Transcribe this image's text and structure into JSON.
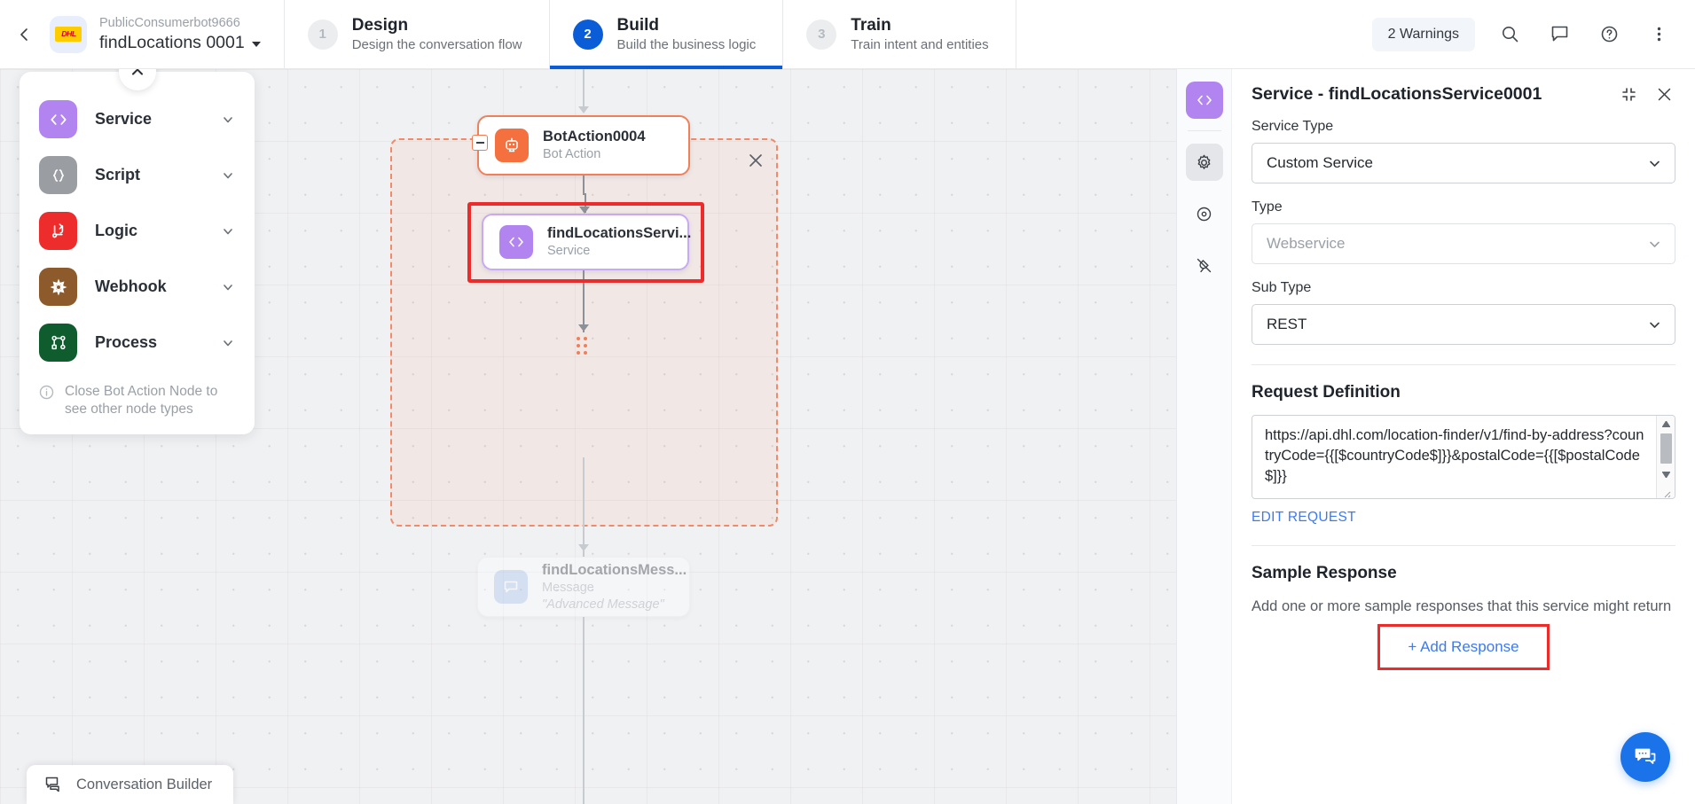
{
  "topbar": {
    "back_icon": "chevron-left-icon",
    "bot_workspace": "PublicConsumerbot9666",
    "bot_name": "findLocations 0001",
    "logo_text": "DHL",
    "steps": [
      {
        "num": "1",
        "title": "Design",
        "desc": "Design the conversation flow",
        "active": false
      },
      {
        "num": "2",
        "title": "Build",
        "desc": "Build the business logic",
        "active": true
      },
      {
        "num": "3",
        "title": "Train",
        "desc": "Train intent and entities",
        "active": false
      }
    ],
    "warnings_label": "2 Warnings",
    "icons": [
      "search-icon",
      "chat-icon",
      "help-icon",
      "more-vertical-icon"
    ]
  },
  "palette": {
    "collapse_icon": "chevron-up-icon",
    "items": [
      {
        "label": "Service",
        "icon": "code-icon",
        "color": "#b184f0"
      },
      {
        "label": "Script",
        "icon": "braces-icon",
        "color": "#9a9ea3"
      },
      {
        "label": "Logic",
        "icon": "branch-icon",
        "color": "#ed2c2c"
      },
      {
        "label": "Webhook",
        "icon": "webhook-icon",
        "color": "#8c5a2b"
      },
      {
        "label": "Process",
        "icon": "process-icon",
        "color": "#0f5c2e"
      }
    ],
    "note": "Close Bot Action Node to see other node types",
    "note_icon": "info-icon"
  },
  "canvas": {
    "nodes": [
      {
        "title": "BotAction0004",
        "subtitle": "Bot Action",
        "icon": "robot-icon",
        "color": "#f4713f",
        "quote": ""
      },
      {
        "title": "findLocationsServi...",
        "subtitle": "Service",
        "icon": "code-icon",
        "color": "#b184f0",
        "quote": ""
      },
      {
        "title": "findLocationsMess...",
        "subtitle": "Message",
        "icon": "message-icon",
        "color": "#a8c6ef",
        "quote": "\"Advanced Message\""
      }
    ],
    "group_close_icon": "close-icon",
    "collapse_handle_icon": "minus-icon",
    "drag_handle_icon": "drag-dots-icon",
    "highlight_color": "#ee2b2b"
  },
  "conversation_builder": {
    "label": "Conversation Builder",
    "icon": "chat-bubbles-icon"
  },
  "right_panel": {
    "title": "Service - findLocationsService0001",
    "collapse_icon": "collapse-icon",
    "close_icon": "close-icon",
    "rail": [
      {
        "icon": "code-icon",
        "name": "rail-code",
        "selected": false
      },
      {
        "icon": "gear-icon",
        "name": "rail-settings",
        "selected": true
      },
      {
        "icon": "target-icon",
        "name": "rail-target",
        "selected": false
      },
      {
        "icon": "plug-off-icon",
        "name": "rail-connection",
        "selected": false
      }
    ],
    "fields": [
      {
        "label": "Service Type",
        "value": "Custom Service",
        "disabled": false
      },
      {
        "label": "Type",
        "value": "Webservice",
        "disabled": true
      },
      {
        "label": "Sub Type",
        "value": "REST",
        "disabled": false
      }
    ],
    "request_definition": {
      "heading": "Request Definition",
      "value": "https://api.dhl.com/location-finder/v1/find-by-address?countryCode={{[$countryCode$]}}&postalCode={{[$postalCode$]}}",
      "edit_link": "EDIT REQUEST"
    },
    "sample_response": {
      "heading": "Sample Response",
      "description": "Add one or more sample responses that this service might return",
      "add_button": "+ Add Response"
    },
    "fab_icon": "chat-support-icon"
  }
}
